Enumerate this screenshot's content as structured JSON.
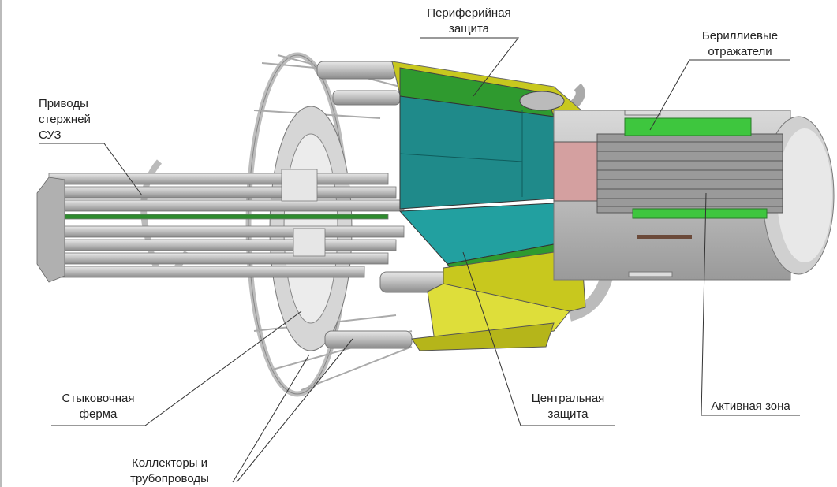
{
  "labels": {
    "peripheral_shield": [
      "Периферийная",
      "защита"
    ],
    "beryllium_reflectors": [
      "Бериллиевые",
      "отражатели"
    ],
    "control_rod_drives": [
      "Приводы",
      "стержней",
      "СУЗ"
    ],
    "docking_truss": [
      "Стыковочная",
      "ферма"
    ],
    "collectors_pipelines": [
      "Коллекторы и",
      "трубопроводы"
    ],
    "central_shield": [
      "Центральная",
      "защита"
    ],
    "active_zone": [
      "Активная зона"
    ]
  },
  "colors": {
    "shield_teal": "#1f8a8a",
    "shield_green": "#2f9a2f",
    "shield_yellow": "#c8c81e",
    "reflector_green": "#3ec63e",
    "metal": "#c4c4c4",
    "leader_line": "#333333"
  }
}
